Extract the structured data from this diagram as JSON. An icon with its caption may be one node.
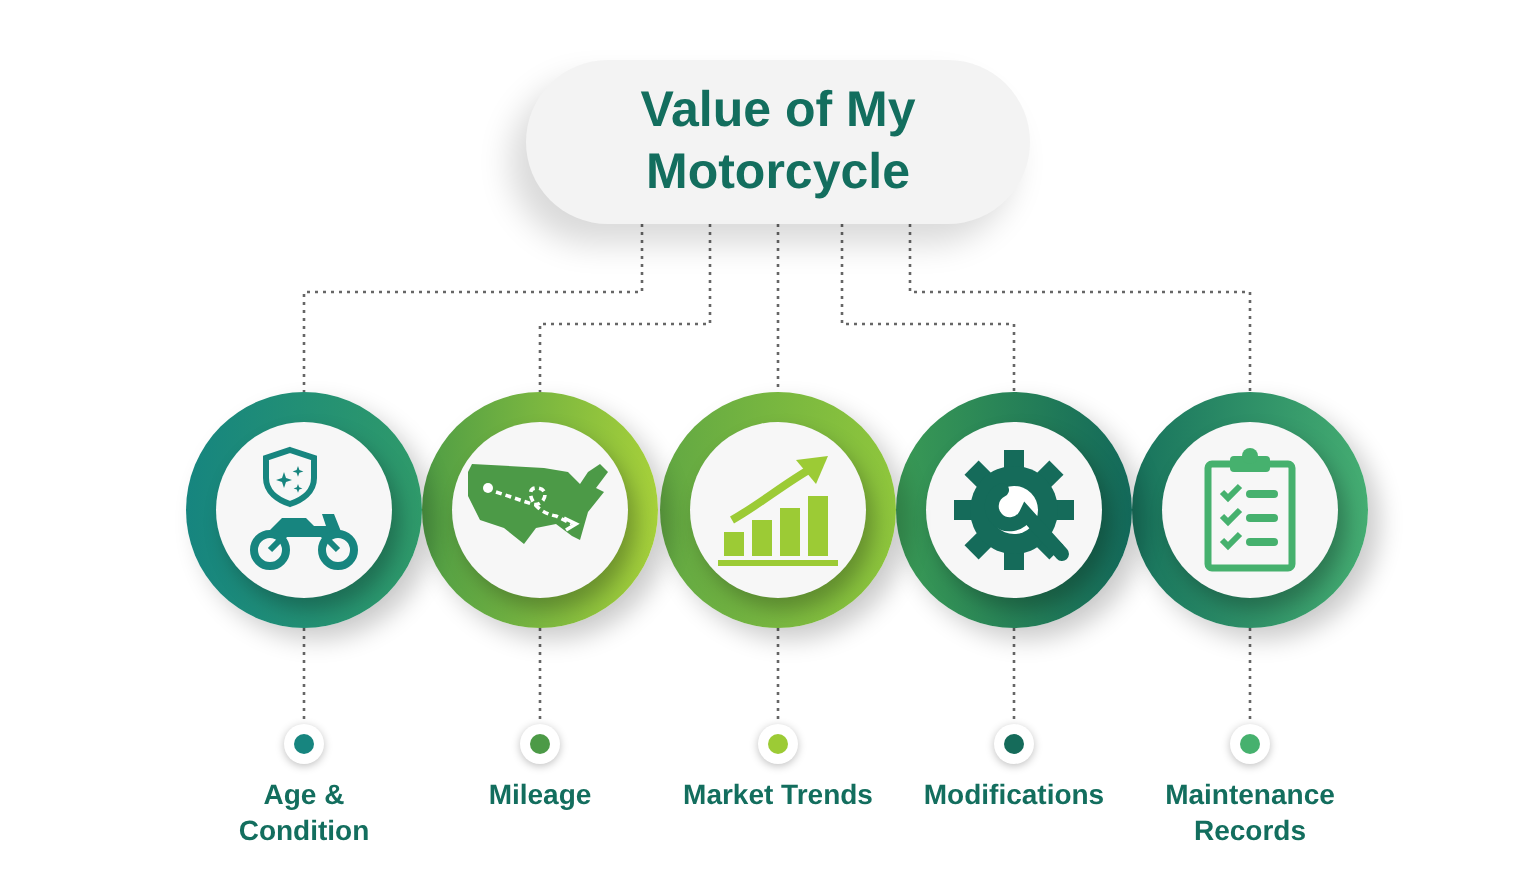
{
  "diagram": {
    "nodes": [
      {
        "text": [
          "Value of My Motorcycle"
        ]
      },
      {
        "text": [],
        "shape": "circle"
      },
      {
        "text": [],
        "shape": "circle"
      },
      {
        "text": [],
        "shape": "circle"
      },
      {
        "text": [],
        "shape": "circle"
      },
      {
        "text": [],
        "shape": "circle"
      },
      {
        "text": [
          "Age & Condition"
        ]
      },
      {
        "text": [
          "Mileage"
        ]
      },
      {
        "text": [
          "Market Trends"
        ]
      },
      {
        "text": [
          "Modifications"
        ]
      },
      {
        "text": [
          "Maintenance Records"
        ]
      }
    ],
    "edges": [
      {
        "from": 0,
        "to": 1,
        "arrow": "none",
        "style": "dashed"
      },
      {
        "from": 0,
        "to": 2,
        "arrow": "none",
        "style": "dashed"
      },
      {
        "from": 0,
        "to": 3,
        "arrow": "none",
        "style": "dashed"
      },
      {
        "from": 0,
        "to": 4,
        "arrow": "none",
        "style": "dashed"
      },
      {
        "from": 0,
        "to": 5,
        "arrow": "none",
        "style": "dashed"
      },
      {
        "from": 1,
        "to": 6,
        "arrow": "none",
        "style": "dashed"
      },
      {
        "from": 2,
        "to": 7,
        "arrow": "none",
        "style": "dashed"
      },
      {
        "from": 3,
        "to": 8,
        "arrow": "none",
        "style": "dashed"
      },
      {
        "from": 4,
        "to": 9,
        "arrow": "none",
        "style": "dashed"
      },
      {
        "from": 5,
        "to": 10,
        "arrow": "none",
        "style": "dashed"
      }
    ]
  }
}
